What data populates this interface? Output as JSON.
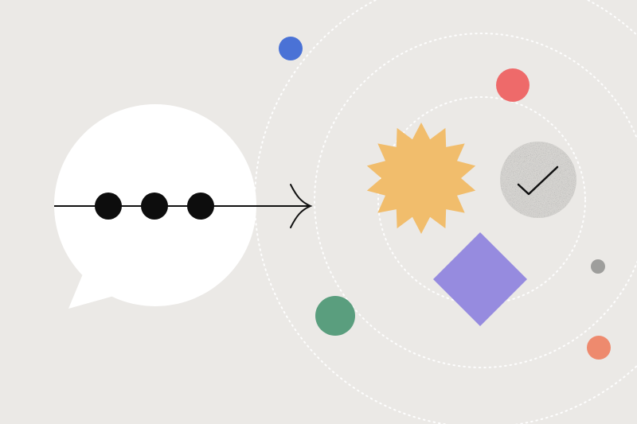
{
  "illustration": {
    "background": "#ebe9e6",
    "bubble": {
      "color": "#ffffff",
      "icon": "speech-bubble-icon"
    },
    "typing_dots": {
      "count": 3,
      "color": "#0d0d0d"
    },
    "arrow": {
      "icon": "arrow-right-icon",
      "color": "#111111"
    },
    "orbits": {
      "count": 3,
      "style": "dotted",
      "color": "#ffffff"
    },
    "shapes": [
      {
        "name": "blue-dot",
        "color": "#4a72d6"
      },
      {
        "name": "red-dot",
        "color": "#ee6a6a"
      },
      {
        "name": "green-dot",
        "color": "#5a9e7e"
      },
      {
        "name": "gray-dot",
        "color": "#9e9e9c"
      },
      {
        "name": "orange-dot",
        "color": "#ee8a6e"
      },
      {
        "name": "starburst",
        "color": "#f1bd6c"
      },
      {
        "name": "diamond",
        "color": "#968bdf"
      },
      {
        "name": "check-circle",
        "color": "#c9c7c3",
        "icon": "check-icon"
      }
    ]
  }
}
